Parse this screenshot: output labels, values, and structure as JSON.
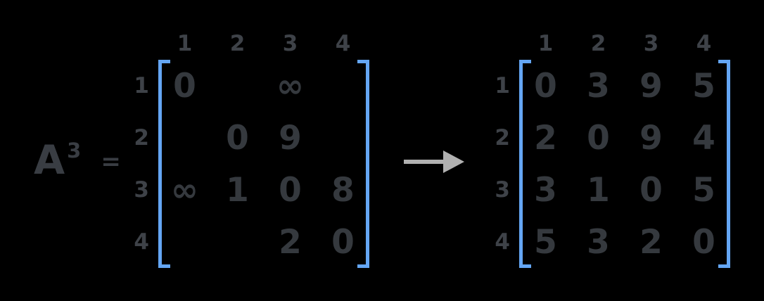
{
  "formula": {
    "base": "A",
    "exponent": "3",
    "equals": "="
  },
  "arrow": {
    "type": "right-arrow",
    "color": "#b1b1b1"
  },
  "colors": {
    "background": "#000000",
    "bracket": "#64a6f4",
    "value_text": "#35393e",
    "label_text": "#3e4248",
    "arrow": "#b1b1b1"
  },
  "left_matrix": {
    "col_headers": [
      "1",
      "2",
      "3",
      "4"
    ],
    "row_headers": [
      "1",
      "2",
      "3",
      "4"
    ],
    "rows": [
      [
        "0",
        "",
        "∞",
        ""
      ],
      [
        "",
        "0",
        "9",
        ""
      ],
      [
        "∞",
        "1",
        "0",
        "8"
      ],
      [
        "",
        "",
        "2",
        "0"
      ]
    ]
  },
  "right_matrix": {
    "col_headers": [
      "1",
      "2",
      "3",
      "4"
    ],
    "row_headers": [
      "1",
      "2",
      "3",
      "4"
    ],
    "rows": [
      [
        "0",
        "3",
        "9",
        "5"
      ],
      [
        "2",
        "0",
        "9",
        "4"
      ],
      [
        "3",
        "1",
        "0",
        "5"
      ],
      [
        "5",
        "3",
        "2",
        "0"
      ]
    ]
  }
}
